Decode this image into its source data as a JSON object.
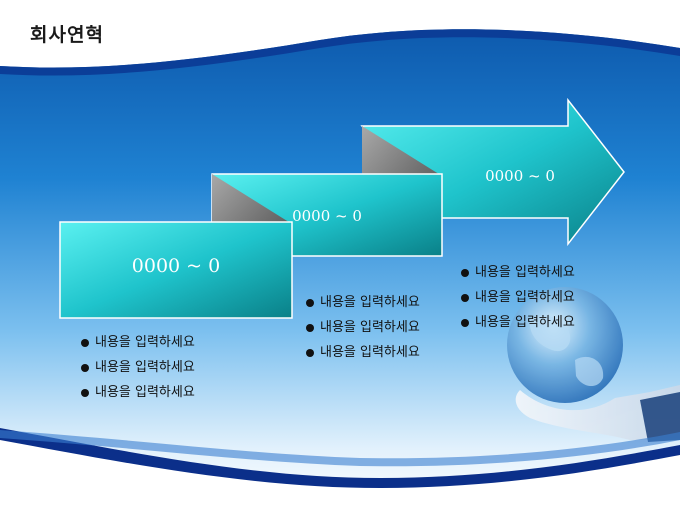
{
  "title": "회사연혁",
  "steps": [
    {
      "label": "0000 ~ 0",
      "items": [
        "내용을 입력하세요",
        "내용을 입력하세요",
        "내용을 입력하세요"
      ]
    },
    {
      "label": "0000 ~ 0",
      "items": [
        "내용을 입력하세요",
        "내용을 입력하세요",
        "내용을 입력하세요"
      ]
    },
    {
      "label": "0000 ~ 0",
      "items": [
        "내용을 입력하세요",
        "내용을 입력하세요",
        "내용을 입력하세요"
      ]
    }
  ],
  "colors": {
    "background_top": "#0d5fb0",
    "background_bottom": "#ffffff",
    "step_fill_light": "#3de3e8",
    "step_fill_dark": "#0a8f95",
    "fold_shade": "#6d6d6d",
    "wave_band": "#0b2f8a"
  },
  "icons": {
    "bullet": "black-dot-bullet",
    "decoration": "globe-in-hand-image"
  }
}
